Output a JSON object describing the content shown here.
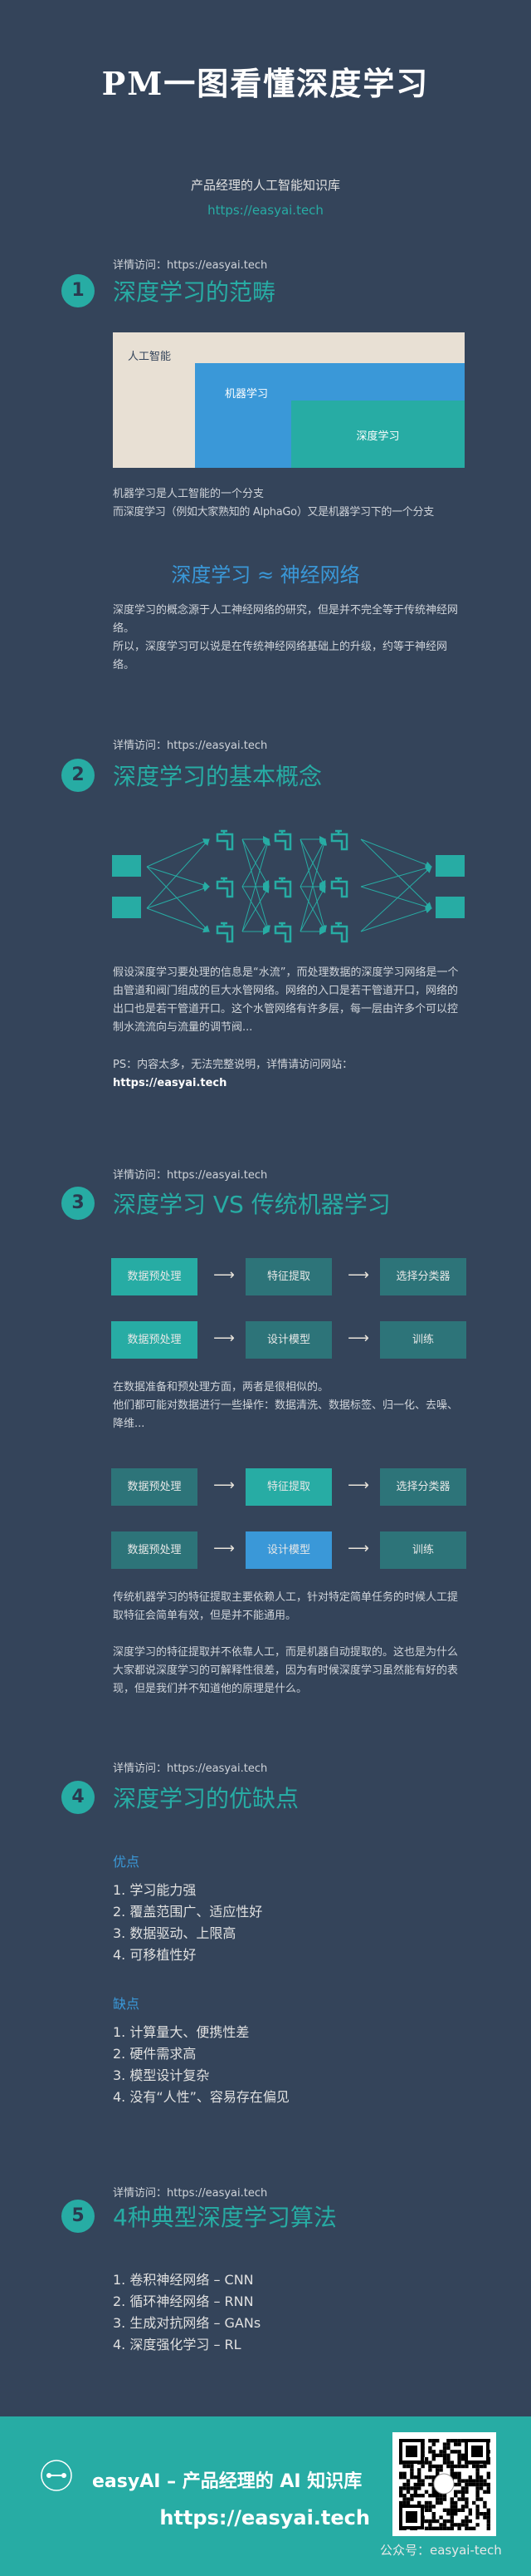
{
  "header": {
    "title": "PM一图看懂深度学习",
    "subtitle": "产品经理的人工智能知识库",
    "url": "https://easyai.tech"
  },
  "visit_label": "详情访问：https://easyai.tech",
  "colors": {
    "background": "#34445a",
    "teal": "#27aca4",
    "dark_teal": "#2d7479",
    "blue": "#3a98d8",
    "beige": "#e8e0d4"
  },
  "s1": {
    "num": "1",
    "title": "深度学习的范畴",
    "ai": "人工智能",
    "ml": "机器学习",
    "dl": "深度学习",
    "text": [
      "机器学习是人工智能的一个分支",
      "而深度学习（例如大家熟知的 AlphaGo）又是机器学习下的一个分支"
    ],
    "approx": "深度学习 ≈ 神经网络",
    "para": [
      "深度学习的概念源于人工神经网络的研究，但是并不完全等于传统神经网络。",
      "所以，深度学习可以说是在传统神经网络基础上的升级，约等于神经网络。"
    ]
  },
  "s2": {
    "num": "2",
    "title": "深度学习的基本概念",
    "diagram": {
      "inputs": 2,
      "hidden_layers": 3,
      "nodes_per_layer": 3,
      "outputs": 2,
      "input_icon": "pipe-icon",
      "node_icon": "faucet-icon"
    },
    "para": "假设深度学习要处理的信息是“水流”，而处理数据的深度学习网络是一个由管道和阀门组成的巨大水管网络。网络的入口是若干管道开口，网络的出口也是若干管道开口。这个水管网络有许多层，每一层由许多个可以控制水流流向与流量的调节阀...",
    "ps": "PS：内容太多，无法完整说明，详情请访问网站：",
    "ps_url": "https://easyai.tech"
  },
  "s3": {
    "num": "3",
    "title": "深度学习 VS 传统机器学习",
    "flows": [
      {
        "steps": [
          "数据预处理",
          "特征提取",
          "选择分类器"
        ],
        "highlight": [
          0
        ]
      },
      {
        "steps": [
          "数据预处理",
          "设计模型",
          "训练"
        ],
        "highlight": [
          0
        ]
      }
    ],
    "text1": [
      "在数据准备和预处理方面，两者是很相似的。",
      "他们都可能对数据进行一些操作：数据清洗、数据标签、归一化、去噪、降维..."
    ],
    "flows2": [
      {
        "steps": [
          "数据预处理",
          "特征提取",
          "选择分类器"
        ],
        "highlight": [
          1
        ]
      },
      {
        "steps": [
          "数据预处理",
          "设计模型",
          "训练"
        ],
        "highlight": [
          1
        ]
      }
    ],
    "text2": "传统机器学习的特征提取主要依赖人工，针对特定简单任务的时候人工提取特征会简单有效，但是并不能通用。",
    "text3": "深度学习的特征提取并不依靠人工，而是机器自动提取的。这也是为什么大家都说深度学习的可解释性很差，因为有时候深度学习虽然能有好的表现，但是我们并不知道他的原理是什么。"
  },
  "s4": {
    "num": "4",
    "title": "深度学习的优缺点",
    "pros_title": "优点",
    "pros": [
      "1. 学习能力强",
      "2. 覆盖范围广、适应性好",
      "3. 数据驱动、上限高",
      "4. 可移植性好"
    ],
    "cons_title": "缺点",
    "cons": [
      "1. 计算量大、便携性差",
      "2. 硬件需求高",
      "3. 模型设计复杂",
      "4. 没有“人性”、容易存在偏见"
    ]
  },
  "s5": {
    "num": "5",
    "title": "4种典型深度学习算法",
    "items": [
      "1. 卷积神经网络 – CNN",
      "2. 循环神经网络 – RNN",
      "3. 生成对抗网络 – GANs",
      "4. 深度强化学习 – RL"
    ]
  },
  "footer": {
    "brand": "easyAI – 产品经理的 AI 知识库",
    "url": "https://easyai.tech",
    "wechat": "公众号：easyai-tech"
  }
}
